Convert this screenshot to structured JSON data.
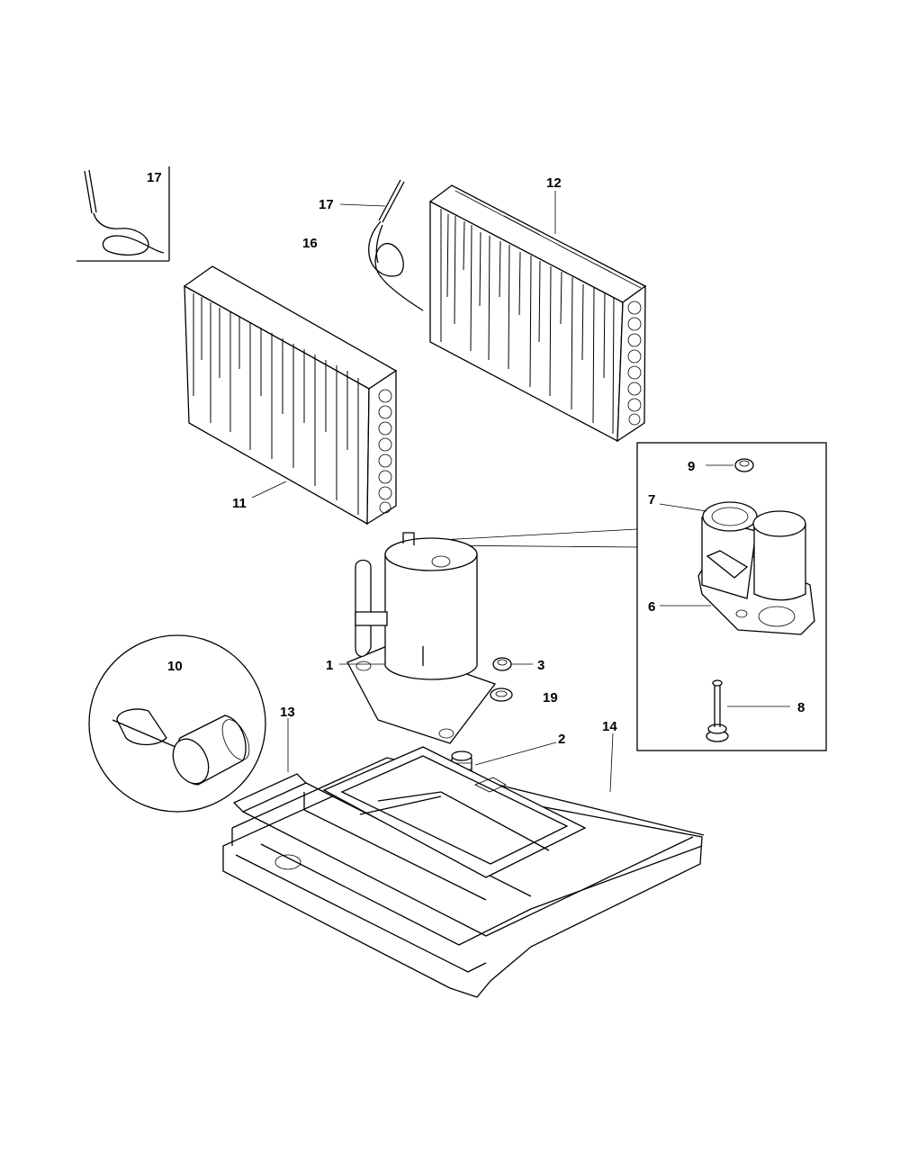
{
  "diagram": {
    "callouts": {
      "c17_inset": "17",
      "c17": "17",
      "c16": "16",
      "c12": "12",
      "c11": "11",
      "c9": "9",
      "c7": "7",
      "c6": "6",
      "c8": "8",
      "c10": "10",
      "c1": "1",
      "c3": "3",
      "c19": "19",
      "c13": "13",
      "c14": "14",
      "c2": "2"
    }
  }
}
